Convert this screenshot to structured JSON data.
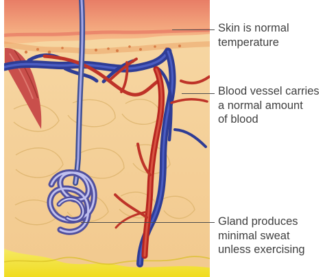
{
  "labels": {
    "skin": "Skin is normal\ntemperature",
    "blood_vessel": "Blood vessel carries\na normal amount\nof blood",
    "gland": "Gland produces\nminimal sweat\nunless exercising"
  },
  "colors": {
    "skin_surface": "#ef9a75",
    "skin_layer": "#f7c590",
    "dermis": "#f6d3a0",
    "fat_layer": "#f4e63b",
    "vein": "#2f3f9c",
    "artery": "#d63b31",
    "gland": "#6f6faf",
    "muscle": "#c94f4b",
    "leader": "#444444",
    "text": "#3f3f3f"
  }
}
